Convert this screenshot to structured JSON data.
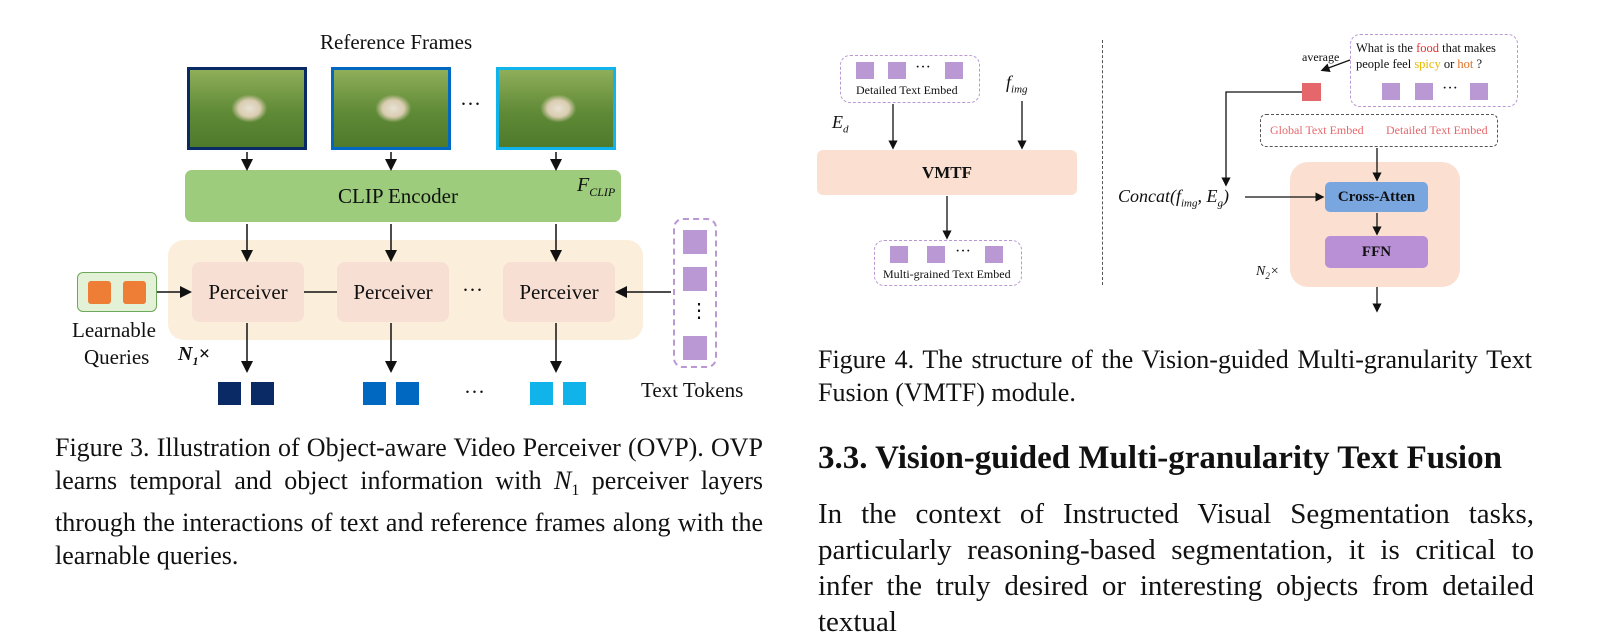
{
  "fig3": {
    "reference_frames_label": "Reference Frames",
    "ellipsis": "···",
    "clip_encoder_label": "CLIP Encoder",
    "f_clip_label": "F",
    "f_clip_sub": "CLIP",
    "perceiver_label": "Perceiver",
    "learnable_queries_label": [
      "Learnable",
      "Queries"
    ],
    "n1_label": "N",
    "n1_sub": "1",
    "n1_times": "×",
    "text_tokens_label": "Text Tokens",
    "vertical_dots": "⋮",
    "caption": {
      "prefix": "Figure 3. Illustration of Object-aware Video Perceiver (OVP). OVP learns temporal and object information with ",
      "var": "N",
      "sub": "1",
      "suffix": " perceiver layers through the interactions of text and reference frames along with the learnable queries."
    }
  },
  "fig4": {
    "detailed_text_embed": "Detailed Text Embed",
    "e_d": "E",
    "e_d_sub": "d",
    "f_img": "f",
    "f_img_sub": "img",
    "vmtf_label": "VMTF",
    "multi_grained_label": "Multi-grained Text Embed",
    "average_label": "average",
    "question": {
      "p1": "What is the ",
      "food": "food",
      "p2": " that makes people feel ",
      "spicy": "spicy",
      "p3": " or ",
      "hot": "hot",
      "p4": " ?"
    },
    "global_text_embed": "Global Text Embed",
    "detailed_text_embed_2": "Detailed Text Embed",
    "concat_label": "Concat(f",
    "concat_sub1": "img",
    "concat_mid": ", E",
    "concat_sub2": "g",
    "concat_end": ")",
    "cross_atten_label": "Cross-Atten",
    "ffn_label": "FFN",
    "n2_label": "N",
    "n2_sub": "2",
    "n2_times": "×",
    "caption": "Figure 4. The structure of the Vision-guided Multi-granularity Text Fusion (VMTF) module."
  },
  "section": {
    "title": "3.3. Vision-guided Multi-granularity Text Fusion",
    "paragraph": "In the context of Instructed Visual Segmentation tasks, particularly reasoning-based segmentation, it is critical to infer the truly desired or interesting objects from detailed textual"
  },
  "colors": {
    "clip_green": "#9ccc7c",
    "perceiver_bg": "#fbeedb",
    "perceiver_box": "#f8dfd3",
    "query_orange": "#ee7d36",
    "token_purple": "#b998d4",
    "dark_navy": "#0a2a66",
    "mid_blue": "#0068c0",
    "light_blue": "#10b4ea",
    "vmtf_peach": "#fbe0d2",
    "cross_atten_blue": "#7aa6e0",
    "ffn_purple": "#b98fd6",
    "avg_red": "#e5676b"
  }
}
